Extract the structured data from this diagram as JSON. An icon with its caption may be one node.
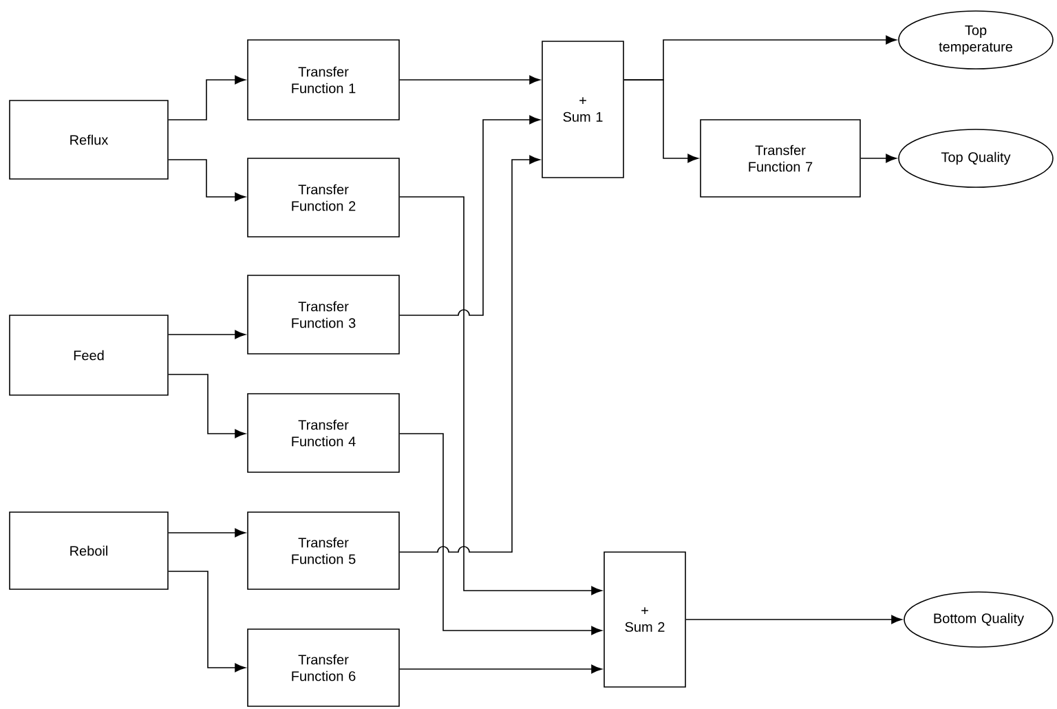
{
  "diagram": {
    "nodes": [
      {
        "text": [
          "Reflux"
        ]
      },
      {
        "text": [
          "Feed"
        ]
      },
      {
        "text": [
          "Reboil"
        ]
      },
      {
        "text": [
          "Transfer Function 1"
        ]
      },
      {
        "text": [
          "Transfer Function 2"
        ]
      },
      {
        "text": [
          "Transfer Function 3"
        ]
      },
      {
        "text": [
          "Transfer Function 4"
        ]
      },
      {
        "text": [
          "Transfer Function 5"
        ]
      },
      {
        "text": [
          "Transfer Function 6"
        ]
      },
      {
        "text": [
          "+",
          "Sum 1"
        ]
      },
      {
        "text": [
          "+",
          "Sum 2"
        ]
      },
      {
        "text": [
          "Transfer Function 7"
        ]
      },
      {
        "text": [
          "Top temperature"
        ]
      },
      {
        "text": [
          "Top Quality"
        ]
      },
      {
        "text": [
          "Bottom Quality"
        ]
      }
    ],
    "edges": [
      {
        "from": 0,
        "to": 3,
        "arrow": "to"
      },
      {
        "from": 0,
        "to": 4,
        "arrow": "to"
      },
      {
        "from": 1,
        "to": 5,
        "arrow": "to"
      },
      {
        "from": 1,
        "to": 6,
        "arrow": "to"
      },
      {
        "from": 2,
        "to": 7,
        "arrow": "to"
      },
      {
        "from": 2,
        "to": 8,
        "arrow": "to"
      },
      {
        "from": 3,
        "to": 9,
        "arrow": "to"
      },
      {
        "from": 5,
        "to": 9,
        "arrow": "to"
      },
      {
        "from": 7,
        "to": 9,
        "arrow": "to"
      },
      {
        "from": 4,
        "to": 10,
        "arrow": "to"
      },
      {
        "from": 6,
        "to": 10,
        "arrow": "to"
      },
      {
        "from": 8,
        "to": 10,
        "arrow": "to"
      },
      {
        "from": 9,
        "to": 12,
        "arrow": "to"
      },
      {
        "from": 9,
        "to": 11,
        "arrow": "to"
      },
      {
        "from": 11,
        "to": 13,
        "arrow": "to"
      },
      {
        "from": 10,
        "to": 14,
        "arrow": "to"
      }
    ]
  }
}
